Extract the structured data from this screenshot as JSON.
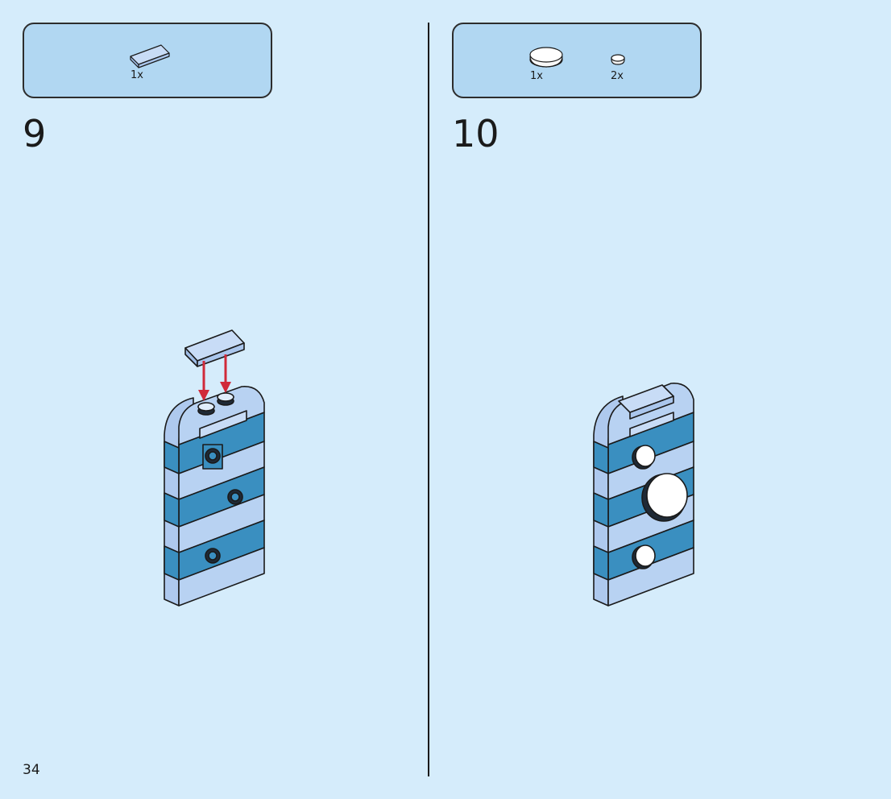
{
  "page_number": "34",
  "steps": [
    {
      "number": "9",
      "parts": [
        {
          "icon": "flat-tile-piece-icon",
          "qty": "1x"
        }
      ]
    },
    {
      "number": "10",
      "parts": [
        {
          "icon": "round-tile-large-icon",
          "qty": "1x"
        },
        {
          "icon": "round-tile-small-icon",
          "qty": "2x"
        }
      ]
    }
  ],
  "colors": {
    "background": "#d5ecfb",
    "parts_box": "#b1d7f2",
    "light_brick": "#b8d2f2",
    "dark_brick": "#3a8fc0",
    "arrow": "#d02a3a",
    "outline": "#1a1a1a"
  }
}
